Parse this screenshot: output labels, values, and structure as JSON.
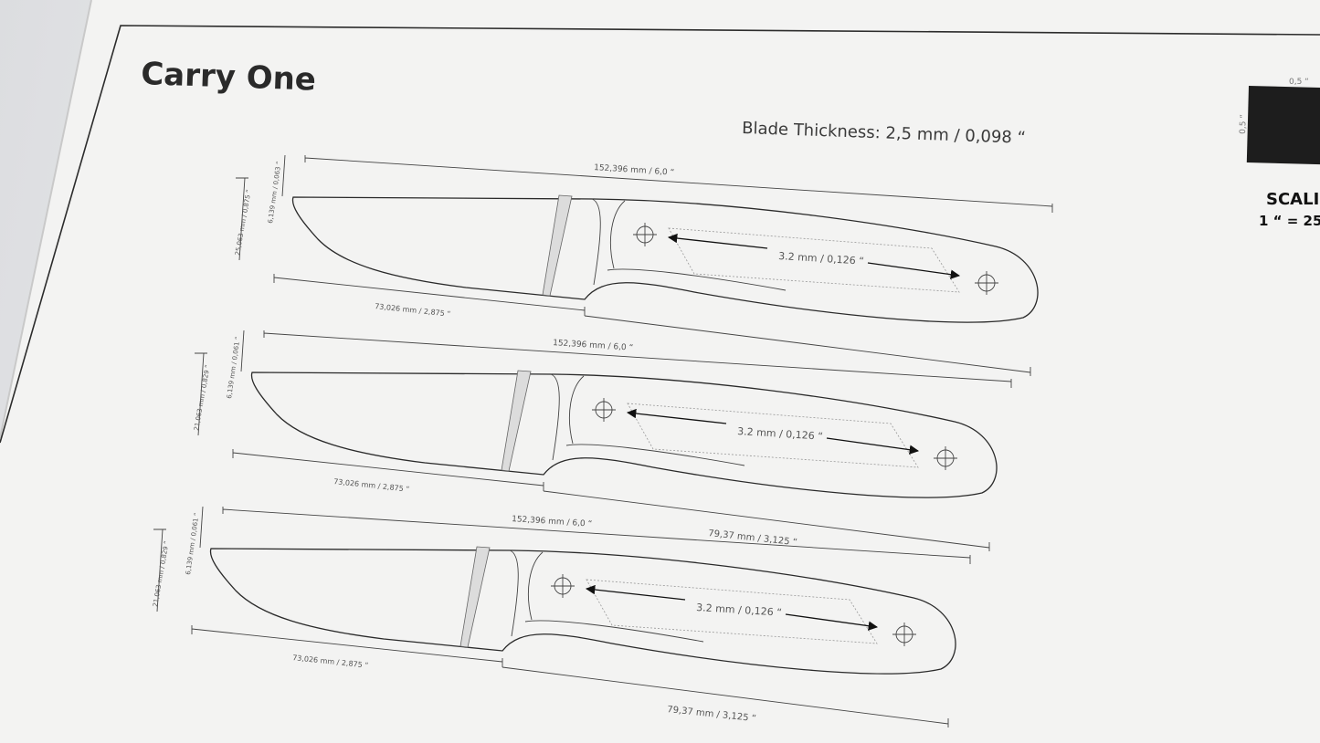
{
  "document": {
    "title": "Carry One",
    "blade_thickness": "Blade Thickness: 2,5 mm / 0,098 “",
    "scale_label": "SCALI",
    "scale_value": "1 “ = 25",
    "scale_box_top": "0,5 “",
    "scale_box_side": "0,5 “"
  },
  "templates": [
    {
      "overall_length": "152,396 mm / 6,0 “",
      "blade_length": "73,026 mm / 2,875 “",
      "handle_length": "",
      "hole_spacing": "3.2 mm / 0,126 “",
      "blade_height": "25,063 mm / 0,875 “",
      "spine_drop": "6,139 mm / 0,063 “"
    },
    {
      "overall_length": "152,396 mm / 6,0 “",
      "blade_length": "73,026 mm / 2,875 “",
      "handle_length": "79,37 mm / 3,125 “",
      "hole_spacing": "3.2 mm / 0,126 “",
      "blade_height": "21,063 mm / 0,829 “",
      "spine_drop": "6,139 mm / 0,061 “"
    },
    {
      "overall_length": "152,396 mm / 6,0 “",
      "blade_length": "73,026 mm / 2,875 “",
      "handle_length": "79,37 mm / 3,125 “",
      "hole_spacing": "3.2 mm / 0,126 “",
      "blade_height": "21,063 mm / 0,829 “",
      "spine_drop": "6,139 mm / 0,061 “"
    }
  ]
}
